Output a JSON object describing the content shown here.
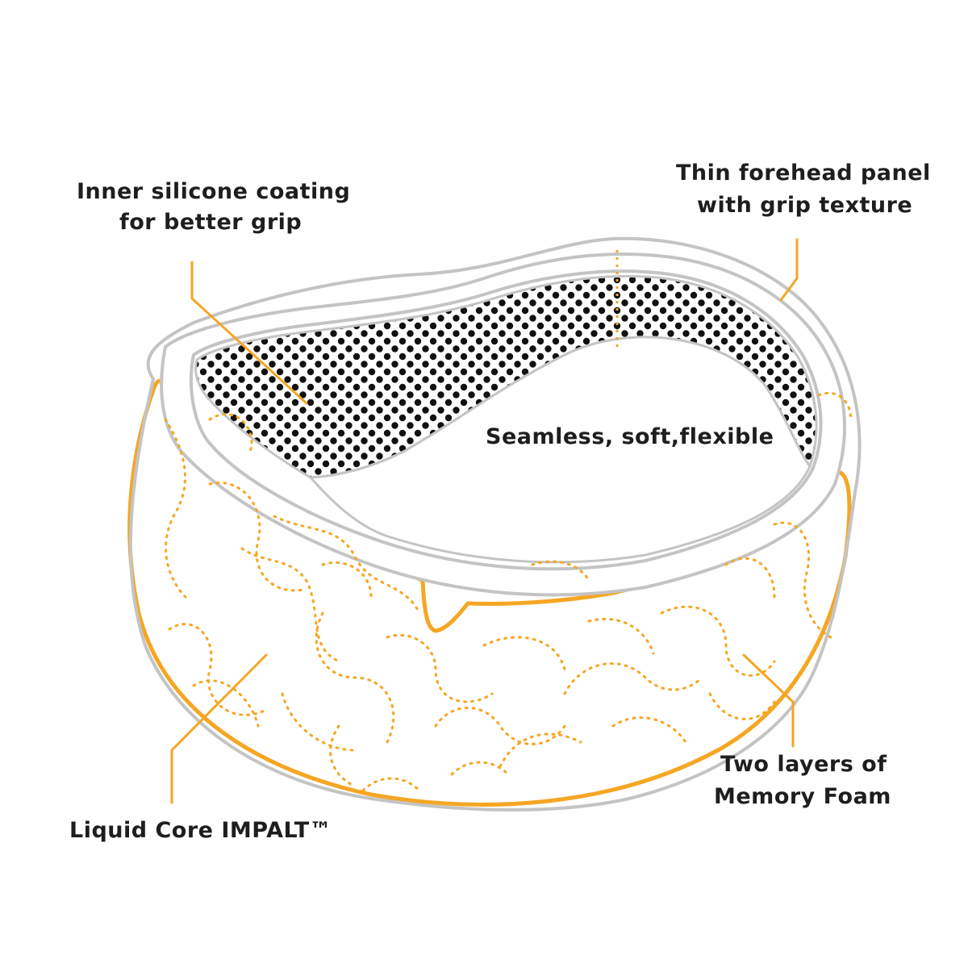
{
  "colors": {
    "accent": "#f5a623",
    "outline": "#c4c4c4",
    "text": "#1e1e1e",
    "dots": "#111111"
  },
  "labels": {
    "silicone_line1": "Inner silicone coating",
    "silicone_line2": "for better grip",
    "forehead_line1": "Thin forehead panel",
    "forehead_line2": "with grip texture",
    "seamless": "Seamless, soft,flexible",
    "liquid_core": "Liquid Core IMPALT™",
    "memory_line1": "Two layers of",
    "memory_line2": "Memory Foam"
  }
}
